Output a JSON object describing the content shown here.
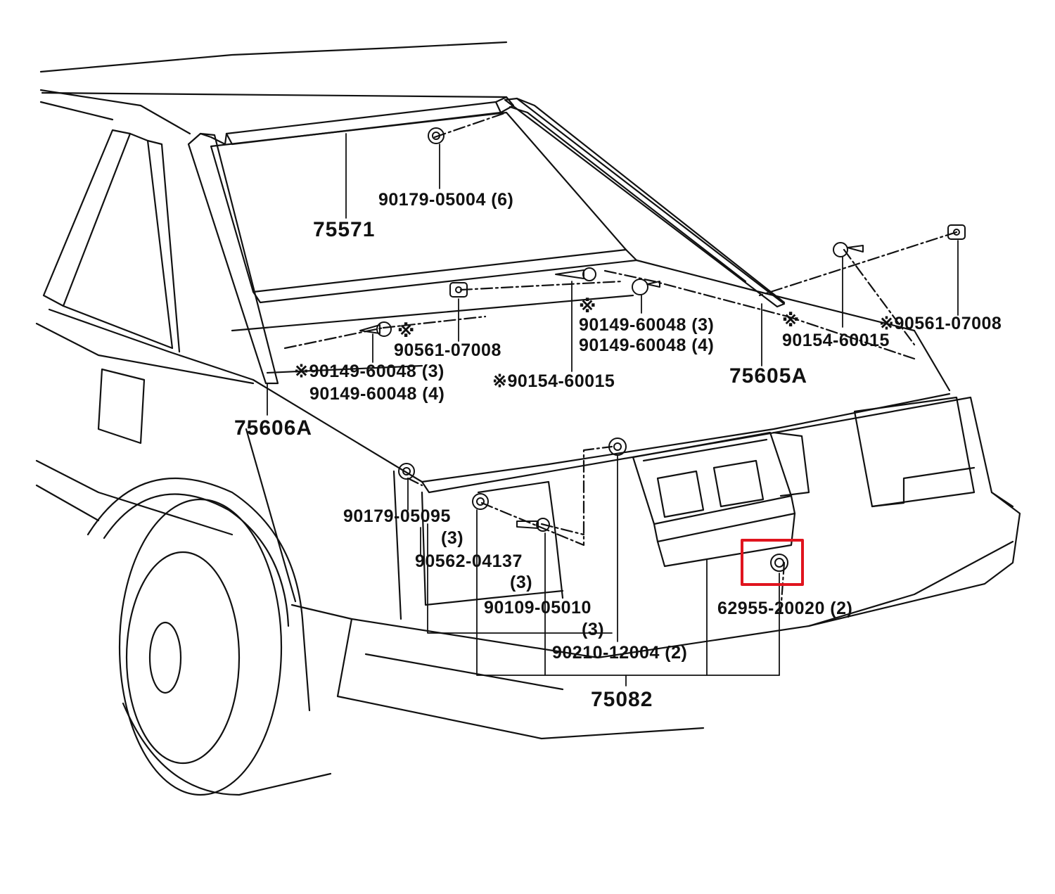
{
  "diagram": {
    "highlight_color": "#e0141e",
    "line_color": "#111111",
    "labels": [
      {
        "id": "l-90179-05004",
        "text": "90179-05004 (6)"
      },
      {
        "id": "l-75571",
        "text": "75571"
      },
      {
        "id": "l-mark-a",
        "text": "※"
      },
      {
        "id": "l-90149-60048-3a",
        "text": "90149-60048 (3)"
      },
      {
        "id": "l-90149-60048-4a",
        "text": "90149-60048 (4)"
      },
      {
        "id": "l-mark-b",
        "text": "※"
      },
      {
        "id": "l-90154-60015-a",
        "text": "90154-60015"
      },
      {
        "id": "l-90561-07008-a",
        "text": "※90561-07008"
      },
      {
        "id": "l-75605a",
        "text": "75605A"
      },
      {
        "id": "l-mark-c",
        "text": "※"
      },
      {
        "id": "l-90561-07008-b",
        "text": "90561-07008"
      },
      {
        "id": "l-90149-60048-3b",
        "text": "※90149-60048 (3)"
      },
      {
        "id": "l-90149-60048-4b",
        "text": "90149-60048 (4)"
      },
      {
        "id": "l-90154-60015-b",
        "text": "※90154-60015"
      },
      {
        "id": "l-75606a",
        "text": "75606A"
      },
      {
        "id": "l-90179-05095",
        "text": "90179-05095"
      },
      {
        "id": "l-qty-3a",
        "text": "(3)"
      },
      {
        "id": "l-90562-04137",
        "text": "90562-04137"
      },
      {
        "id": "l-qty-3b",
        "text": "(3)"
      },
      {
        "id": "l-90109-05010",
        "text": "90109-05010"
      },
      {
        "id": "l-qty-3c",
        "text": "(3)"
      },
      {
        "id": "l-90210-12004",
        "text": "90210-12004 (2)"
      },
      {
        "id": "l-62955-20020",
        "text": "62955-20020 (2)"
      },
      {
        "id": "l-75082",
        "text": "75082"
      },
      {
        "id": "l-mark-d",
        "text": "※"
      }
    ]
  }
}
